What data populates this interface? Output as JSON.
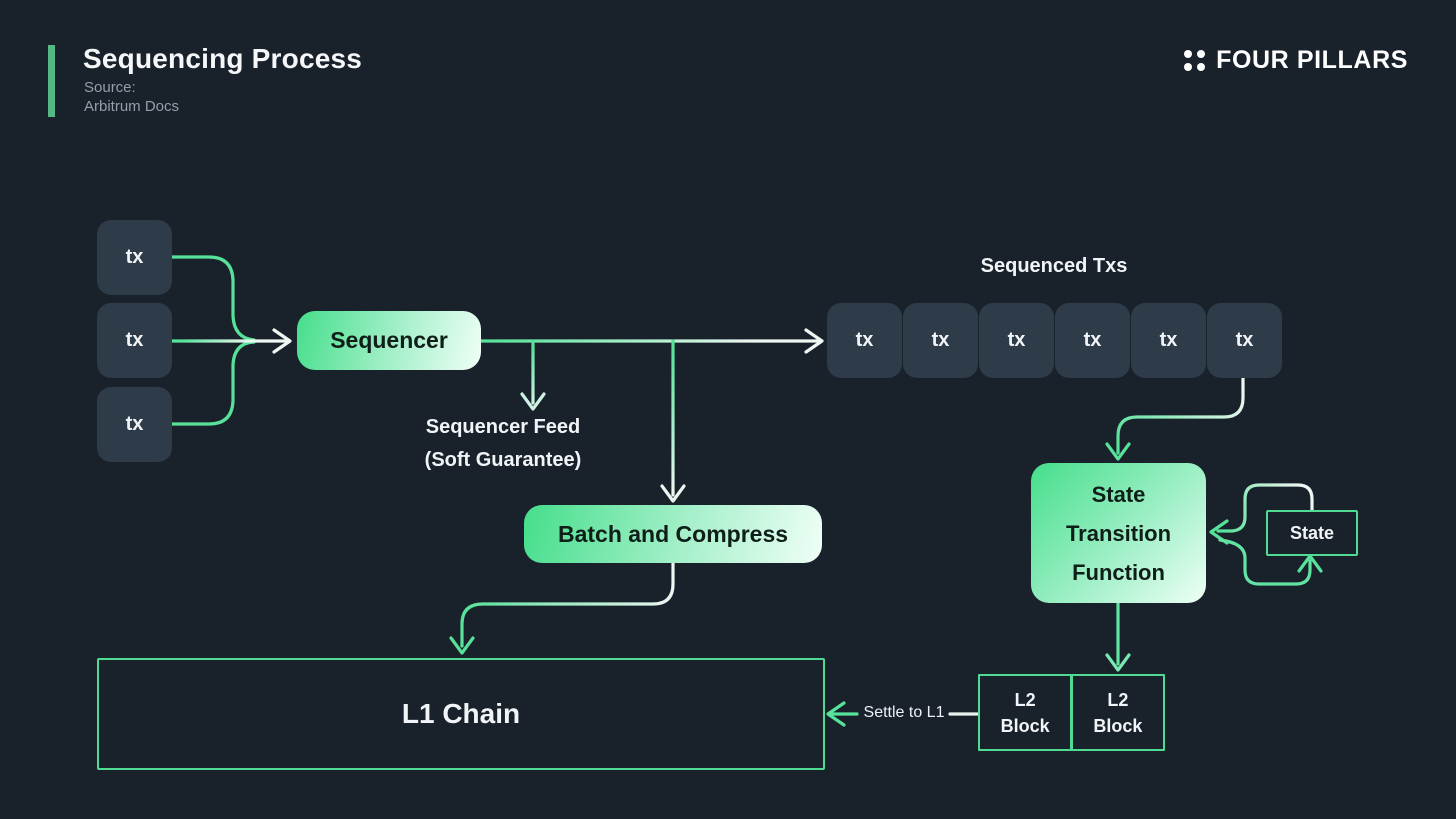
{
  "header": {
    "title": "Sequencing Process",
    "source_line1": "Source:",
    "source_line2": "Arbitrum Docs",
    "brand": "FOUR PILLARS"
  },
  "colors": {
    "background": "#19212b",
    "accent_green": "#57e29a",
    "pale_line": "#eef7f2",
    "outline_green": "#4fdb92",
    "node_gradient_start": "#45de8b",
    "node_gradient_end": "#f0fff7",
    "slate_box": "#2e3b49",
    "header_bar": "#53b885"
  },
  "diagram": {
    "input_txs": [
      "tx",
      "tx",
      "tx"
    ],
    "sequencer_label": "Sequencer",
    "feed_line1": "Sequencer Feed",
    "feed_line2": "(Soft Guarantee)",
    "sequenced_title": "Sequenced Txs",
    "sequenced_txs": [
      "tx",
      "tx",
      "tx",
      "tx",
      "tx",
      "tx"
    ],
    "batch_label": "Batch and Compress",
    "stf_line1": "State",
    "stf_line2": "Transition",
    "stf_line3": "Function",
    "state_label": "State",
    "l2_blocks": [
      {
        "line1": "L2",
        "line2": "Block"
      },
      {
        "line1": "L2",
        "line2": "Block"
      }
    ],
    "settle_label": "Settle to L1",
    "l1_label": "L1 Chain"
  }
}
